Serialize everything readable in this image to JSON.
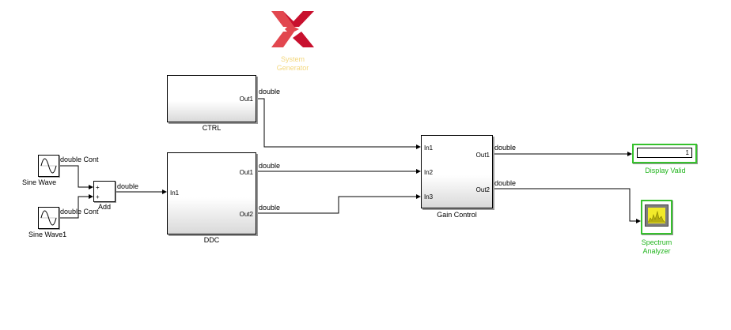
{
  "logo": {
    "line1": "System",
    "line2": "Generator",
    "text_color": "#f3d77e",
    "mark_color": "#c8102e"
  },
  "blocks": {
    "sine1": {
      "label": "Sine Wave",
      "signal": "double Cont"
    },
    "sine2": {
      "label": "Sine Wave1",
      "signal": "double Cont"
    },
    "add": {
      "label": "Add",
      "in1": "+",
      "in2": "+",
      "signal": "double"
    },
    "ctrl": {
      "label": "CTRL",
      "out1": "Out1",
      "signal": "double"
    },
    "ddc": {
      "label": "DDC",
      "in1": "In1",
      "out1": "Out1",
      "out2": "Out2",
      "signal_out1": "double",
      "signal_out2": "double"
    },
    "gain": {
      "label": "Gain Control",
      "in1": "In1",
      "in2": "In2",
      "in3": "In3",
      "out1": "Out1",
      "out2": "Out2",
      "signal_out1": "double",
      "signal_out2": "double"
    },
    "display": {
      "label": "Display Valid",
      "value": "1"
    },
    "spectrum": {
      "label_line1": "Spectrum",
      "label_line2": "Analyzer"
    }
  },
  "colors": {
    "accent_green": "#36c12d",
    "label_green": "#22b51e"
  }
}
